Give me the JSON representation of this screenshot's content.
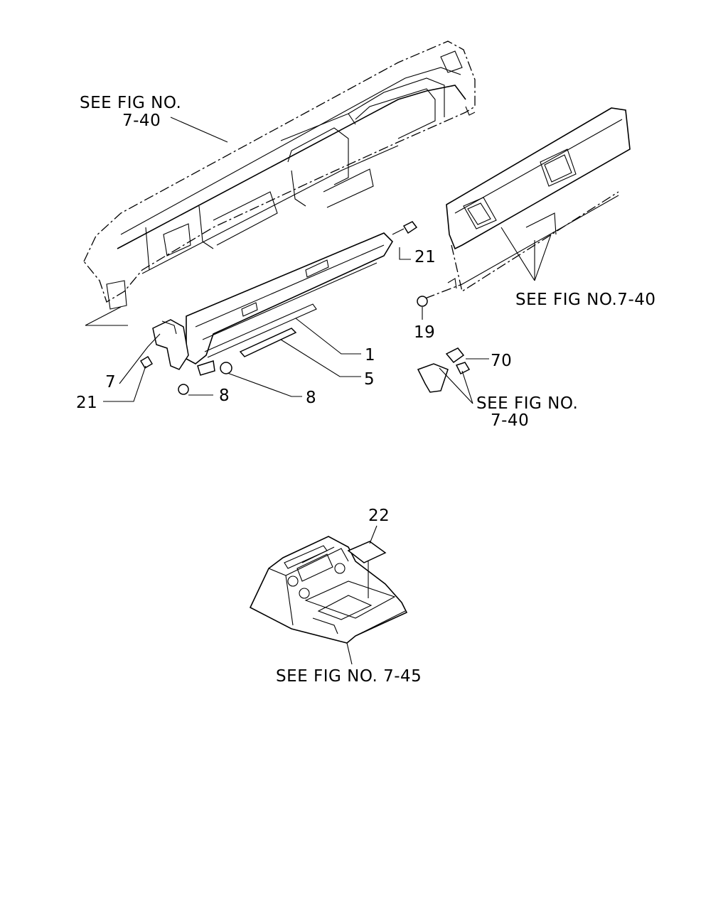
{
  "refs": {
    "dash_ref": [
      "SEE FIG NO.",
      "7-40"
    ],
    "panel_ref": "SEE FIG NO.7-40",
    "bracket_ref": [
      "SEE FIG NO.",
      "7-40"
    ],
    "console_ref": "SEE FIG NO. 7-45"
  },
  "callouts": {
    "c21_top": "21",
    "c1": "1",
    "c5": "5",
    "c7": "7",
    "c21_left": "21",
    "c8_left": "8",
    "c8_right": "8",
    "c19": "19",
    "c70": "70",
    "c22": "22"
  }
}
